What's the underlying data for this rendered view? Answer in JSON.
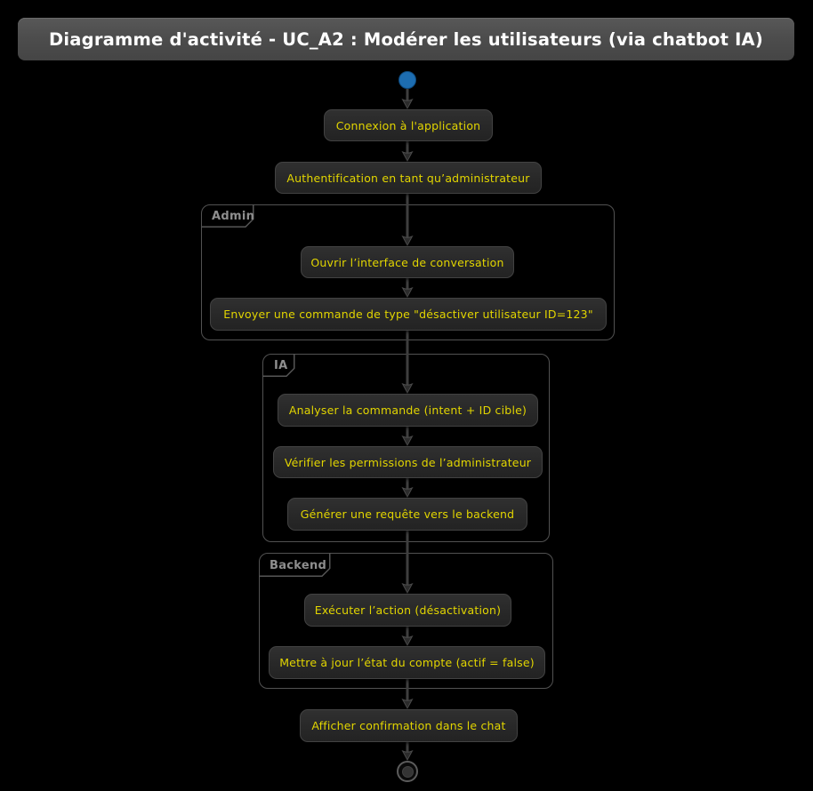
{
  "title": {
    "text": "Diagramme d'activité - UC_A2 : Modérer les utilisateurs (via chatbot IA)"
  },
  "partitions": {
    "admin": {
      "label": "Admin"
    },
    "ia": {
      "label": "IA"
    },
    "backend": {
      "label": "Backend"
    }
  },
  "activities": {
    "connexion": {
      "label": "Connexion à l'application"
    },
    "authentification": {
      "label": "Authentification en tant qu’administrateur"
    },
    "ouvrir_interface": {
      "label": "Ouvrir l’interface de conversation"
    },
    "envoyer_commande": {
      "label": "Envoyer une commande de type \"désactiver utilisateur ID=123\""
    },
    "analyser_commande": {
      "label": "Analyser la commande (intent + ID cible)"
    },
    "verifier_permissions": {
      "label": "Vérifier les permissions de l’administrateur"
    },
    "generer_requete": {
      "label": "Générer une requête vers le backend"
    },
    "executer_action": {
      "label": "Exécuter l’action (désactivation)"
    },
    "mettre_a_jour_etat": {
      "label": "Mettre à jour l’état du compte (actif = false)"
    },
    "afficher_confirmation": {
      "label": "Afficher confirmation dans le chat"
    }
  },
  "nodes": {
    "initial": "initial-node",
    "final": "final-node"
  },
  "colors": {
    "canvas_background": "#000000",
    "title_bar": "#4d4d4d",
    "title_text": "#ffffff",
    "activity_text": "#e2d500",
    "activity_fill": "#2a2a2a",
    "partition_border": "#525252",
    "partition_label": "#8e8e8e",
    "arrow": "#3e3e3e",
    "initial_node": "#1d6db1"
  }
}
